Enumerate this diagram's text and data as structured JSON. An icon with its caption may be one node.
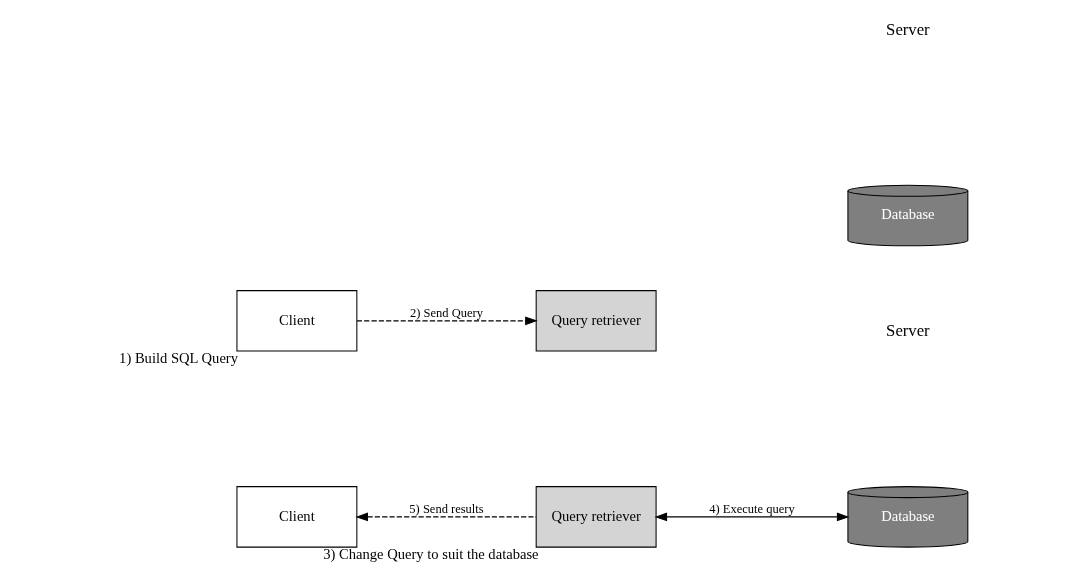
{
  "diagram": {
    "nodes": [
      {
        "text": [
          "Client"
        ],
        "beside": [
          "1) Build SQL Query"
        ]
      },
      {
        "text": [
          "Query retriever"
        ]
      },
      {
        "text": [
          "Database"
        ]
      },
      {
        "text": [
          "Client"
        ]
      },
      {
        "text": [
          "Query retriever"
        ],
        "beside": [
          "3) Change Query to suit the database"
        ]
      },
      {
        "text": [
          "Database"
        ]
      }
    ],
    "edges": [
      {
        "from": 0,
        "to": 1,
        "arrow": "to",
        "label": "2) Send Query",
        "style": "dashed"
      },
      {
        "from": 4,
        "to": 3,
        "arrow": "to",
        "label": "5) Send results",
        "style": "dashed"
      },
      {
        "from": 4,
        "to": 5,
        "arrow": "both",
        "label": "4) Execute query"
      }
    ],
    "labels": [
      "Server",
      "Server"
    ]
  }
}
